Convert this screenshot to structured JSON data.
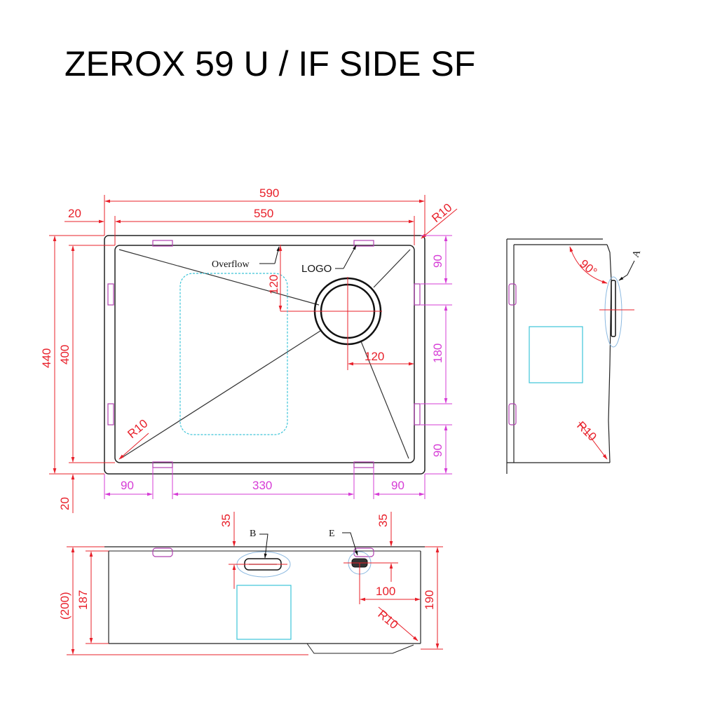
{
  "title": "ZEROX 59 U / IF SIDE SF",
  "colors": {
    "dimension": "#e8202a",
    "auxiliary_dimension": "#d63cd6",
    "outline": "#222222",
    "hidden": "#3cc4d8"
  },
  "top_view": {
    "dims": {
      "overall_width": "590",
      "bowl_width": "550",
      "left_rim": "20",
      "corner_radius_top": "R10",
      "overall_depth": "440",
      "bowl_depth": "400",
      "bottom_rim": "20",
      "overflow_offset": "120",
      "drain_offset": "120",
      "inner_radius": "R10",
      "clip_left": "90",
      "clip_span": "330",
      "clip_right": "90",
      "side_clip_top": "90",
      "side_clip_span": "180",
      "side_clip_bottom": "90"
    },
    "labels": {
      "overflow": "Overflow",
      "logo": "LOGO"
    }
  },
  "side_view": {
    "dims": {
      "angle": "90°",
      "radius": "R10"
    },
    "labels": {
      "detail": "A"
    }
  },
  "front_view": {
    "dims": {
      "overflow_height": "35",
      "tap_height": "35",
      "tap_offset": "100",
      "total_height": "(200)",
      "inner_height": "187",
      "bowl_height": "190",
      "radius": "R10"
    },
    "labels": {
      "detail_b": "B",
      "detail_e": "E"
    }
  }
}
